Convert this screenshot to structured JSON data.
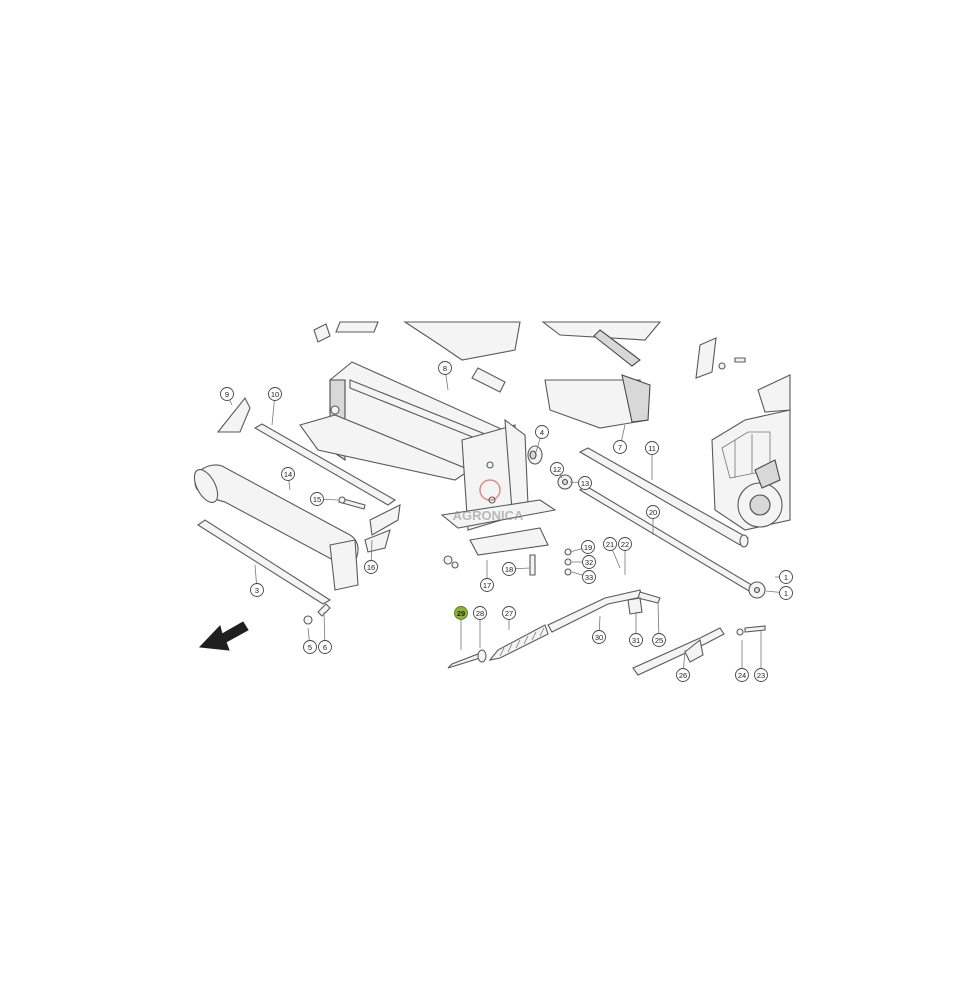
{
  "diagram": {
    "colors": {
      "background": "#ffffff",
      "line": "#5a5a5a",
      "highlight": "#8fb03a",
      "watermark": "#c9302c"
    },
    "callouts": [
      {
        "label": "9",
        "highlight": false
      },
      {
        "label": "10",
        "highlight": false
      },
      {
        "label": "8",
        "highlight": false
      },
      {
        "label": "4",
        "highlight": false
      },
      {
        "label": "7",
        "highlight": false
      },
      {
        "label": "11",
        "highlight": false
      },
      {
        "label": "14",
        "highlight": false
      },
      {
        "label": "15",
        "highlight": false
      },
      {
        "label": "12",
        "highlight": false
      },
      {
        "label": "13",
        "highlight": false
      },
      {
        "label": "20",
        "highlight": false
      },
      {
        "label": "16",
        "highlight": false
      },
      {
        "label": "19",
        "highlight": false
      },
      {
        "label": "32",
        "highlight": false
      },
      {
        "label": "33",
        "highlight": false
      },
      {
        "label": "22",
        "highlight": false
      },
      {
        "label": "21",
        "highlight": false
      },
      {
        "label": "3",
        "highlight": false
      },
      {
        "label": "18",
        "highlight": false
      },
      {
        "label": "17",
        "highlight": false
      },
      {
        "label": "29",
        "highlight": true
      },
      {
        "label": "28",
        "highlight": false
      },
      {
        "label": "27",
        "highlight": false
      },
      {
        "label": "30",
        "highlight": false
      },
      {
        "label": "31",
        "highlight": false
      },
      {
        "label": "25",
        "highlight": false
      },
      {
        "label": "5",
        "highlight": false
      },
      {
        "label": "6",
        "highlight": false
      },
      {
        "label": "26",
        "highlight": false
      },
      {
        "label": "24",
        "highlight": false
      },
      {
        "label": "23",
        "highlight": false
      },
      {
        "label": "1",
        "highlight": false
      },
      {
        "label": "1",
        "highlight": false
      }
    ],
    "watermark": {
      "text": "AGRONICA"
    },
    "icons": {
      "direction": "arrow-icon",
      "vehicle": "tractor-icon"
    }
  }
}
